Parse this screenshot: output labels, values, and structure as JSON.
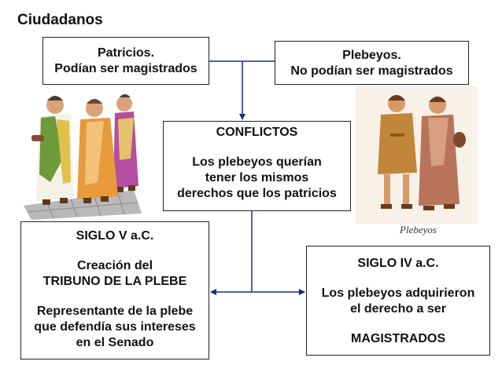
{
  "title": "Ciudadanos",
  "patricios": {
    "line1": "Patricios.",
    "line2": "Podían ser magistrados"
  },
  "plebeyos": {
    "line1": "Plebeyos.",
    "line2": "No podían ser magistrados"
  },
  "conflictos": {
    "heading": "CONFLICTOS",
    "line1": "Los plebeyos querían",
    "line2": "tener los mismos",
    "line3": "derechos que los patricios"
  },
  "siglo_v": {
    "heading": "SIGLO V a.C.",
    "line1": "Creación del",
    "line2": "TRIBUNO DE LA PLEBE",
    "line3": "Representante de la plebe",
    "line4": "que defendía sus intereses",
    "line5": "en el Senado"
  },
  "siglo_iv": {
    "heading": "SIGLO IV a.C.",
    "line1": "Los plebeyos adquirieron",
    "line2": "el derecho a ser",
    "line3": "MAGISTRADOS"
  },
  "illustrations": {
    "plebeyos_caption": "Plebeyos"
  },
  "colors": {
    "connector": "#1a2a80",
    "border": "#222222"
  }
}
